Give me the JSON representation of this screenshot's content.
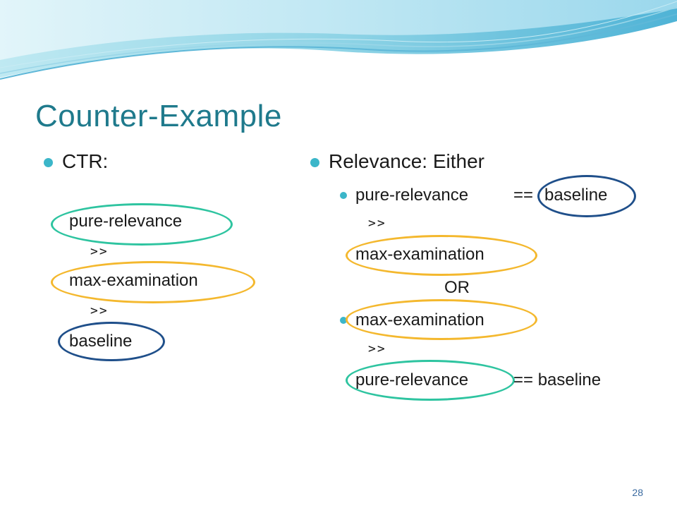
{
  "slide": {
    "title": "Counter-Example",
    "page_number": "28",
    "left": {
      "heading": "CTR:",
      "lines": [
        "pure-relevance",
        ">>",
        "max-examination",
        ">>",
        "baseline"
      ]
    },
    "right": {
      "heading": "Relevance: Either",
      "option1": {
        "first": "pure-relevance",
        "eq": "==",
        "baseline": "baseline",
        "gt": ">>",
        "second": "max-examination"
      },
      "or": "OR",
      "option2": {
        "first": "max-examination",
        "gt": ">>",
        "second": "pure-relevance",
        "eq_baseline": "== baseline"
      }
    },
    "colors": {
      "title": "#1f7a8c",
      "bullet": "#3bb6c9",
      "ring_green": "#2ec4a0",
      "ring_yellow": "#f4b82e",
      "ring_blue": "#1f4f8a"
    }
  }
}
